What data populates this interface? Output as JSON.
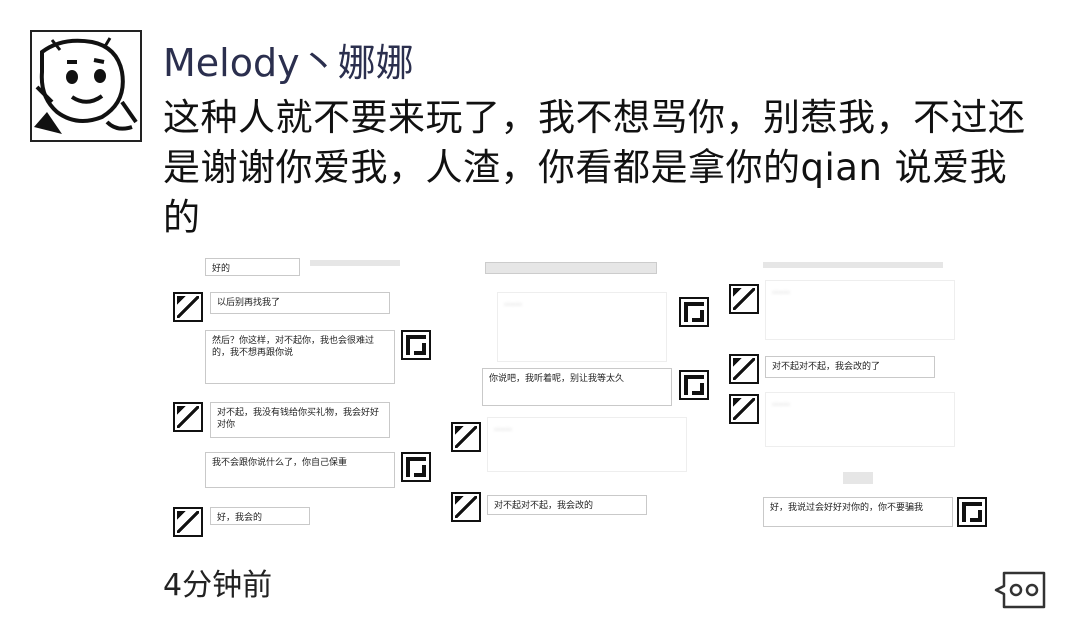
{
  "post": {
    "author": "Melody丶娜娜",
    "content": "这种人就不要来玩了，我不想骂你，别惹我，不过还是谢谢你爱我，人渣，你看都是拿你的qian 说爱我的",
    "time": "4分钟前"
  },
  "images": [
    {
      "bubbles": [
        {
          "side": "left",
          "text": "好的"
        },
        {
          "side": "left",
          "text": "以后别再找我了"
        },
        {
          "side": "right",
          "text": "然后？你这样，对不起你，我也会很难过的，我不想再跟你说"
        },
        {
          "side": "left",
          "text": "对不起，我没有钱给你买礼物，我会好好对你"
        },
        {
          "side": "right",
          "text": "我不会跟你说什么了，你自己保重"
        },
        {
          "side": "left",
          "text": "好，我会的"
        }
      ]
    },
    {
      "bubbles": [
        {
          "side": "right",
          "text": "你说吧，我听着呢，别让我等太久"
        },
        {
          "side": "left",
          "text": "对不起对不起，我会改的"
        }
      ]
    },
    {
      "bubbles": [
        {
          "side": "left",
          "text": "对不起对不起，我会改的了"
        },
        {
          "side": "right",
          "text": "好，我说过会好好对你的，你不要骗我"
        }
      ]
    }
  ],
  "icons": {
    "avatar": "avatar-cartoon",
    "comment": "comment-bubble-icon"
  }
}
